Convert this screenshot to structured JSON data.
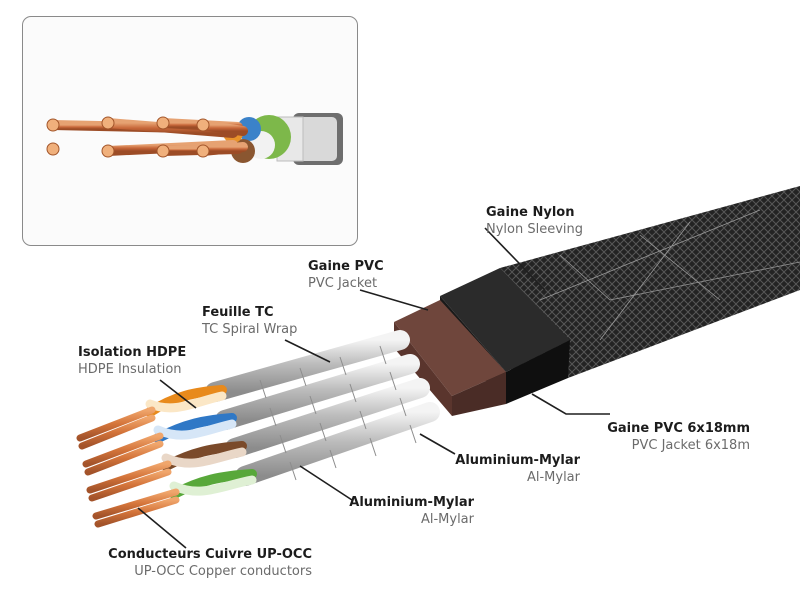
{
  "labels": {
    "nylon_sleeving": {
      "fr": "Gaine Nylon",
      "en": "Nylon Sleeving"
    },
    "pvc_jacket": {
      "fr": "Gaine PVC",
      "en": "PVC Jacket"
    },
    "tc_wrap": {
      "fr": "Feuille TC",
      "en": "TC Spiral Wrap"
    },
    "hdpe": {
      "fr": "Isolation HDPE",
      "en": "HDPE Insulation"
    },
    "pvc_outer": {
      "fr": "Gaine PVC 6x18mm",
      "en": "PVC Jacket 6x18m"
    },
    "al_mylar_1": {
      "fr": "Aluminium-Mylar",
      "en": "Al-Mylar"
    },
    "al_mylar_2": {
      "fr": "Aluminium-Mylar",
      "en": "Al-Mylar"
    },
    "conductors": {
      "fr": "Conducteurs Cuivre UP-OCC",
      "en": "UP-OCC Copper conductors"
    }
  },
  "colors": {
    "copper": "#d4743a",
    "sleeve": "#2a2a2a",
    "pvc_inner": "#5e3a32",
    "pvc_outer": "#1b1b1b",
    "wire_orange": "#e88a1c",
    "wire_blue": "#2f78c6",
    "wire_brown": "#7a4a2a",
    "wire_green": "#58a83a"
  }
}
